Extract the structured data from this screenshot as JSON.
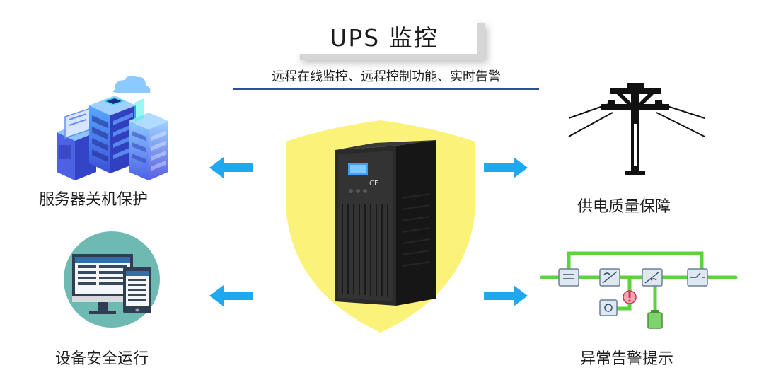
{
  "header": {
    "title": "UPS 监控",
    "subtitle": "远程在线监控、远程控制功能、实时告警"
  },
  "features": {
    "server_shutdown": "服务器关机保护",
    "safe_operation": "设备安全运行",
    "power_quality": "供电质量保障",
    "alarm_notice": "异常告警提示"
  },
  "ups_display": {
    "brand_mark": "CE"
  },
  "colors": {
    "arrow": "#1fa8ee",
    "shield": "#fbf27a",
    "circle": "#6fb9b3",
    "line_green": "#5cd23c"
  },
  "icons": {
    "server": "server-rack-icon",
    "computer": "computer-monitor-icon",
    "power": "power-pole-icon",
    "circuit": "ups-circuit-diagram-icon",
    "arrow": "arrow-icon"
  }
}
